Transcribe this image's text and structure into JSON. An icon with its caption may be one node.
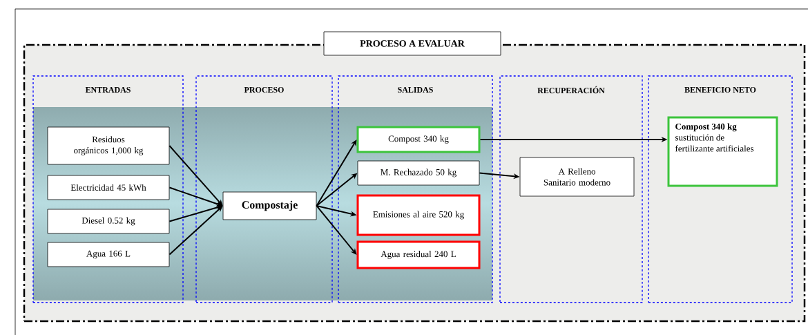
{
  "diagram": {
    "nodes": [
      {
        "text": [
          "PROCESO A EVALUAR"
        ]
      },
      {
        "text": [
          "ENTRADAS"
        ],
        "in": 0
      },
      {
        "text": [
          "PROCESO"
        ],
        "in": 0
      },
      {
        "text": [
          "SALIDAS"
        ],
        "in": 0
      },
      {
        "text": [
          "RECUPERACIÓN"
        ],
        "in": 0
      },
      {
        "text": [
          "BENEFICIO NETO"
        ],
        "in": 0
      },
      {
        "text": [
          "Residuos orgánicos 1,000 kg"
        ],
        "in": 1
      },
      {
        "text": [
          "Electricidad 45 kWh"
        ],
        "in": 1
      },
      {
        "text": [
          "Diesel 0.52 kg"
        ],
        "in": 1
      },
      {
        "text": [
          "Agua  166 L"
        ],
        "in": 1
      },
      {
        "text": [
          "Compostaje"
        ],
        "in": 2
      },
      {
        "text": [
          "Compost  340 kg"
        ],
        "in": 3
      },
      {
        "text": [
          "M. Rechazado 50 kg"
        ],
        "in": 3
      },
      {
        "text": [
          "Emisiones  al  aire 520 kg"
        ],
        "in": 3
      },
      {
        "text": [
          "Agua residual  240 L"
        ],
        "in": 3
      },
      {
        "text": [
          "A  Relleno Sanitario moderno"
        ],
        "in": 4
      },
      {
        "text": [
          "Compost 340 kg",
          "sustitución de fertilizante artificiales"
        ],
        "in": 5
      }
    ],
    "edges": [
      {
        "from": 6,
        "to": 10,
        "arrow": "to"
      },
      {
        "from": 7,
        "to": 10,
        "arrow": "to"
      },
      {
        "from": 8,
        "to": 10,
        "arrow": "to"
      },
      {
        "from": 9,
        "to": 10,
        "arrow": "to"
      },
      {
        "from": 10,
        "to": 11,
        "arrow": "to"
      },
      {
        "from": 10,
        "to": 12,
        "arrow": "to"
      },
      {
        "from": 10,
        "to": 13,
        "arrow": "to"
      },
      {
        "from": 10,
        "to": 14,
        "arrow": "to"
      },
      {
        "from": 11,
        "to": 16,
        "arrow": "to"
      },
      {
        "from": 12,
        "to": 15,
        "arrow": "to"
      }
    ]
  }
}
